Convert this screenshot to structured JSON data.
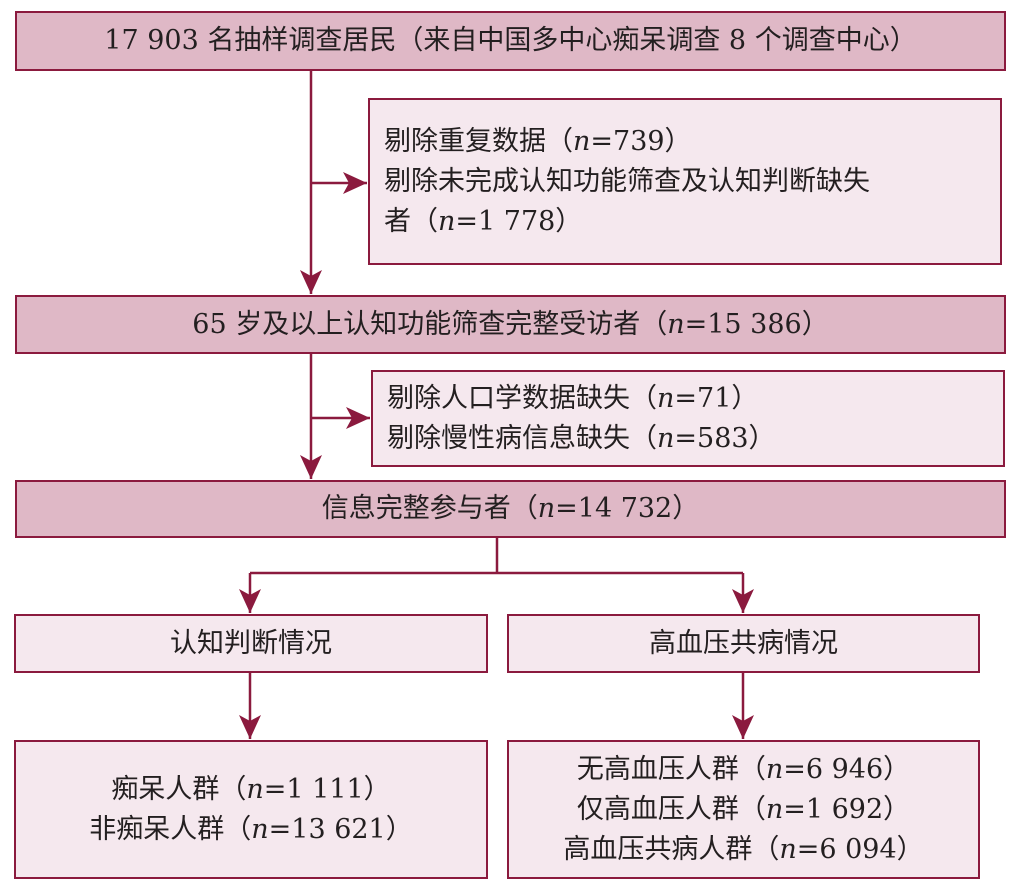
{
  "colors": {
    "border": "#8b1a3e",
    "dark_fill": "#dfb8c6",
    "light_fill": "#f5e8ee"
  },
  "sampled": {
    "text": "17 903 名抽样调查居民（来自中国多中心痴呆调查 8 个调查中心）"
  },
  "exclusion1": {
    "line1": {
      "pre": "剔除重复数据（",
      "n": "n",
      "post": "=739）"
    },
    "line2": {
      "pre": "剔除未完成认知功能筛查及认知判断缺失"
    },
    "line3": {
      "pre": "者（",
      "n": "n",
      "post": "=1 778）"
    }
  },
  "screened": {
    "pre": "65 岁及以上认知功能筛查完整受访者（",
    "n": "n",
    "post": "=15 386）"
  },
  "exclusion2": {
    "line1": {
      "pre": "剔除人口学数据缺失（",
      "n": "n",
      "post": "=71）"
    },
    "line2": {
      "pre": "剔除慢性病信息缺失（",
      "n": "n",
      "post": "=583）"
    }
  },
  "complete": {
    "pre": "信息完整参与者（",
    "n": "n",
    "post": "=14 732）"
  },
  "cognitive": {
    "title": "认知判断情况",
    "groups": [
      {
        "pre": "痴呆人群（",
        "n": "n",
        "post": "=1 111）"
      },
      {
        "pre": "非痴呆人群（",
        "n": "n",
        "post": "=13 621）"
      }
    ]
  },
  "hypertension": {
    "title": "高血压共病情况",
    "groups": [
      {
        "pre": "无高血压人群（",
        "n": "n",
        "post": "=6 946）"
      },
      {
        "pre": "仅高血压人群（",
        "n": "n",
        "post": "=1 692）"
      },
      {
        "pre": "高血压共病人群（",
        "n": "n",
        "post": "=6 094）"
      }
    ]
  }
}
